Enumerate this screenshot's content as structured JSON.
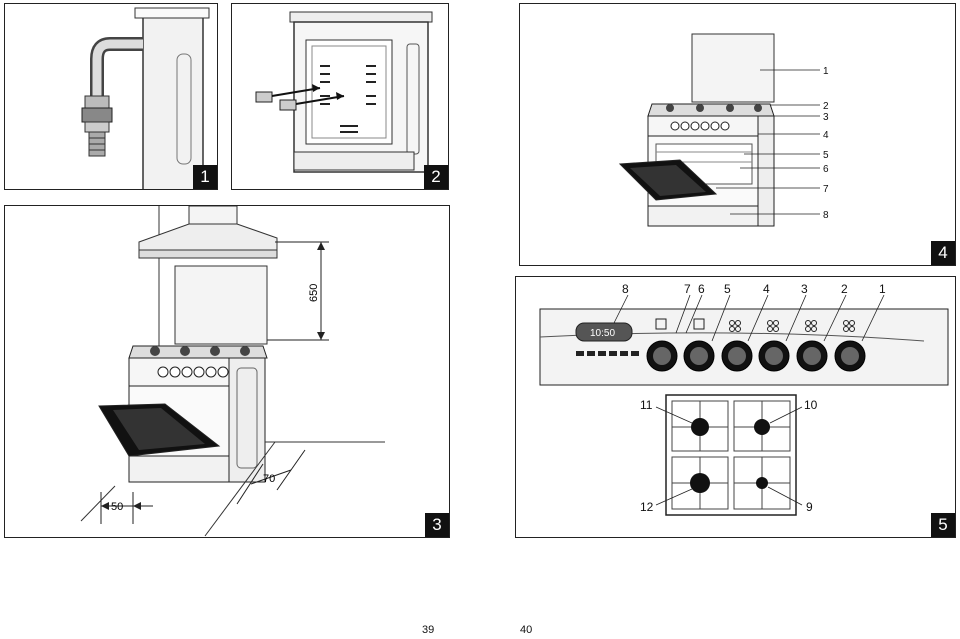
{
  "figures": [
    {
      "number": "1"
    },
    {
      "number": "2"
    },
    {
      "number": "3",
      "dim_height": "650",
      "dim_back": "70",
      "dim_side": "50"
    },
    {
      "number": "4",
      "callouts": [
        "1",
        "2",
        "3",
        "4",
        "5",
        "6",
        "7",
        "8"
      ]
    },
    {
      "number": "5",
      "panel_callouts": [
        "8",
        "7",
        "6",
        "5",
        "4",
        "3",
        "2",
        "1"
      ],
      "display_time": "10:50",
      "hob_callouts": [
        "11",
        "10",
        "12",
        "9"
      ]
    }
  ],
  "page_numbers": {
    "left": "39",
    "right": "40"
  }
}
